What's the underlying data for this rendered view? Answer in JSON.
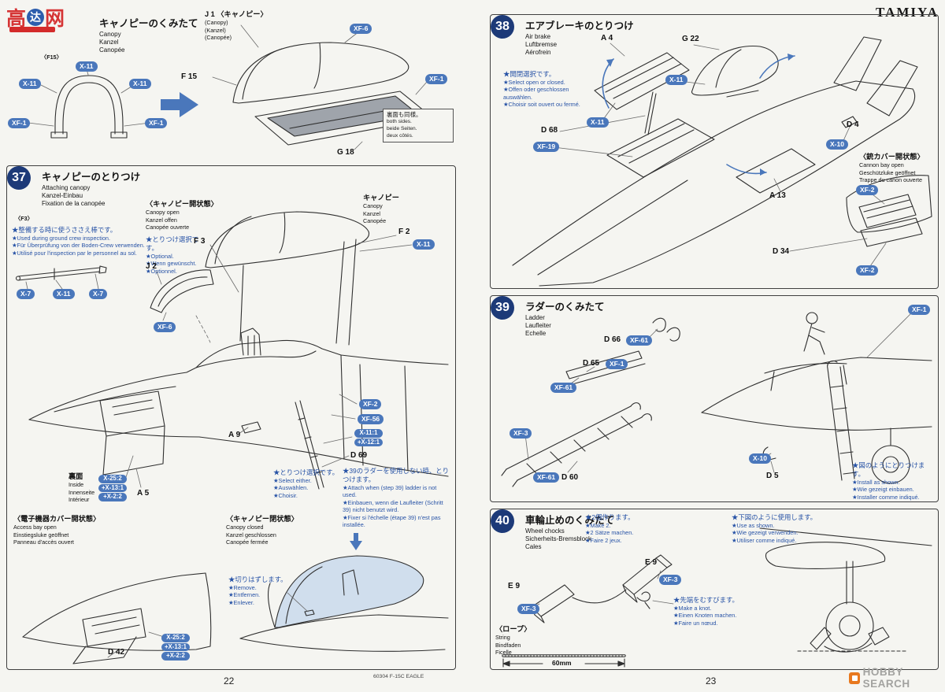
{
  "page": {
    "brand": "TAMIYA",
    "footer_code": "60304 F-15C EAGLE",
    "left_page_number": "22",
    "right_page_number": "23",
    "hobby_search": "HOBBY SEARCH",
    "watermark": {
      "c1": "高",
      "c2": "达",
      "c3": "网"
    }
  },
  "paints": {
    "x7": "X-7",
    "x10": "X-10",
    "x11": "X-11",
    "xf1": "XF-1",
    "xf2": "XF-2",
    "xf3": "XF-3",
    "xf6": "XF-6",
    "xf19": "XF-19",
    "xf56": "XF-56",
    "xf61": "XF-61"
  },
  "pre": {
    "title": [
      "キャノピーのくみたて",
      "Canopy",
      "Kanzel",
      "Canopée"
    ],
    "f15_header": "〈F15〉",
    "j1_label": [
      "J 1 〈キャノピー〉",
      "(Canopy)",
      "(Kanzel)",
      "(Canopée)"
    ],
    "f15_label": "F 15",
    "g18_label": "G 18",
    "both_sides_note": [
      "裏面も同様。",
      "both sides.",
      "beide Seiten.",
      "deux côtés."
    ]
  },
  "step37": {
    "number": "37",
    "title": [
      "キャノピーのとりつけ",
      "Attaching canopy",
      "Kanzel-Einbau",
      "Fixation de la canopée"
    ],
    "f3_header": "〈F3〉",
    "f3_note": [
      "★整備する時に使うささえ棒です。",
      "★Used during ground crew inspection.",
      "★Für Überprüfung von der Boden-Crew verwenden.",
      "★Utilisé pour l'inspection par le personnel au sol."
    ],
    "canopy_open_header": [
      "〈キャノピー開状態〉",
      "Canopy open",
      "Kanzel offen",
      "Canopée ouverte"
    ],
    "optional_note": [
      "★とりつけ選択です。",
      "★Optional.",
      "★Wenn gewünscht.",
      "★Optionnel."
    ],
    "canopy_label": [
      "キャノピー",
      "Canopy",
      "Kanzel",
      "Canopée"
    ],
    "part_f3": "F 3",
    "part_f2": "F 2",
    "part_j2": "J 2",
    "part_a9": "A 9",
    "part_d69": "D 69",
    "part_a5": "A 5",
    "part_d42": "D 42",
    "mix_a9": [
      "X-11:1",
      "+X-12:1"
    ],
    "select_note": [
      "★とりつけ選択です。",
      "★Select either.",
      "★Auswählen.",
      "★Choisir."
    ],
    "ladder_note": [
      "★39のラダーを使用しない時、とりつけます。",
      "★Attach when (step 39) ladder is not used.",
      "★Einbauen, wenn die Laufleiter (Schritt 39) nicht benutzt wird.",
      "★Fixer si l'échelle (étape 39) n'est pas installée."
    ],
    "inside_label": [
      "裏面",
      "Inside",
      "Innenseite",
      "Intérieur"
    ],
    "mix_inside": [
      "X-25:2",
      "+X-13:1",
      "+X-2:2"
    ],
    "access_header": [
      "〈電子機器カバー開状態〉",
      "Access bay open",
      "Einstiegsluke geöffnet",
      "Panneau d'accès ouvert"
    ],
    "closed_header": [
      "〈キャノピー閉状態〉",
      "Canopy closed",
      "Kanzel geschlossen",
      "Canopée fermée"
    ],
    "remove_note": [
      "★切りはずします。",
      "★Remove.",
      "★Entfernen.",
      "★Enlever."
    ],
    "mix_d42": [
      "X-25:2",
      "+X-13:1",
      "+X-2:2"
    ]
  },
  "step38": {
    "number": "38",
    "title": [
      "エアブレーキのとりつけ",
      "Air brake",
      "Luftbremse",
      "Aérofrein"
    ],
    "part_a4": "A 4",
    "part_g22": "G 22",
    "part_d68": "D 68",
    "part_a13": "A 13",
    "part_d4": "D 4",
    "part_d34": "D 34",
    "open_close_note": [
      "★開閉選択です。",
      "★Select open or closed.",
      "★Offen oder geschlossen auswählen.",
      "★Choisir soit ouvert ou fermé."
    ],
    "cannon_header": [
      "〈銃カバー開状態〉",
      "Cannon bay open",
      "Geschützluke geöffnet",
      "Trappe du canon ouverte"
    ]
  },
  "step39": {
    "number": "39",
    "title": [
      "ラダーのくみたて",
      "Ladder",
      "Laufleiter",
      "Echelle"
    ],
    "part_d66": "D 66",
    "part_d65": "D 65",
    "part_d60": "D 60",
    "part_d5": "D 5",
    "install_note": [
      "★図のようにとりつけます。",
      "★Install as shown.",
      "★Wie gezeigt einbauen.",
      "★Installer comme indiqué."
    ]
  },
  "step40": {
    "number": "40",
    "title": [
      "車輪止めのくみたて",
      "Wheel chocks",
      "Sicherheits-Bremsblock",
      "Cales"
    ],
    "make_note": [
      "★2個作ります。",
      "★Make 2.",
      "★2 Sätze machen.",
      "★Faire 2 jeux."
    ],
    "use_note": [
      "★下図のように使用します。",
      "★Use as shown.",
      "★Wie gezeigt verwenden.",
      "★Utiliser comme indiqué."
    ],
    "part_e9a": "E 9",
    "part_e9b": "E 9",
    "knot_note": [
      "★先端をむすびます。",
      "★Make a knot.",
      "★Einen Knoten machen.",
      "★Faire un nœud."
    ],
    "rope_header": [
      "〈ロープ〉",
      "String",
      "Bindfaden",
      "Ficelle"
    ],
    "rope_length": "60mm"
  }
}
